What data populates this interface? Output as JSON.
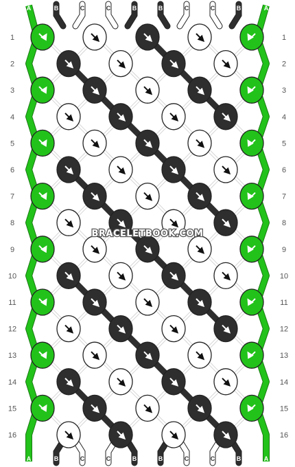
{
  "pattern": {
    "row_count": 16,
    "strand_letters_top": [
      "A",
      "B",
      "C",
      "C",
      "B",
      "B",
      "C",
      "C",
      "B",
      "A"
    ],
    "strand_letters_bottom": [
      "A",
      "B",
      "C",
      "C",
      "B",
      "B",
      "C",
      "C",
      "B",
      "A"
    ],
    "colors": {
      "A": "#22c21a",
      "B": "#2e2e2e",
      "C": "#ffffff",
      "outline": "#222222",
      "guide": "#d6d6d6"
    },
    "knot_colors": {
      "odd_rows": [
        "A",
        "C",
        "B",
        "C",
        "A"
      ],
      "even_rows_cycle": [
        [
          "B",
          "C",
          "B",
          "C"
        ],
        [
          "C",
          "B",
          "C",
          "B"
        ]
      ]
    },
    "odd_row_colors_by_row": {
      "1": [
        "A",
        "C",
        "B",
        "C",
        "A"
      ],
      "3": [
        "A",
        "B",
        "C",
        "B",
        "A"
      ],
      "5": [
        "A",
        "C",
        "B",
        "C",
        "A"
      ],
      "7": [
        "A",
        "B",
        "C",
        "B",
        "A"
      ],
      "9": [
        "A",
        "C",
        "B",
        "C",
        "A"
      ],
      "11": [
        "A",
        "B",
        "C",
        "B",
        "A"
      ],
      "13": [
        "A",
        "C",
        "B",
        "C",
        "A"
      ],
      "15": [
        "A",
        "B",
        "C",
        "B",
        "A"
      ]
    },
    "even_row_colors_by_row": {
      "2": [
        "B",
        "C",
        "B",
        "C"
      ],
      "4": [
        "C",
        "B",
        "C",
        "B"
      ],
      "6": [
        "B",
        "C",
        "B",
        "C"
      ],
      "8": [
        "C",
        "B",
        "C",
        "B"
      ],
      "10": [
        "B",
        "C",
        "B",
        "C"
      ],
      "12": [
        "C",
        "B",
        "C",
        "B"
      ],
      "14": [
        "B",
        "C",
        "B",
        "C"
      ],
      "16": [
        "C",
        "B",
        "C",
        "B"
      ]
    },
    "knot_direction": {
      "odd_rows": [
        "forward-backward",
        "forward",
        "forward",
        "forward",
        "backward-forward"
      ],
      "even_rows": [
        "forward",
        "forward",
        "forward",
        "forward"
      ]
    }
  },
  "watermark": "BRACELETBOOK.COM"
}
